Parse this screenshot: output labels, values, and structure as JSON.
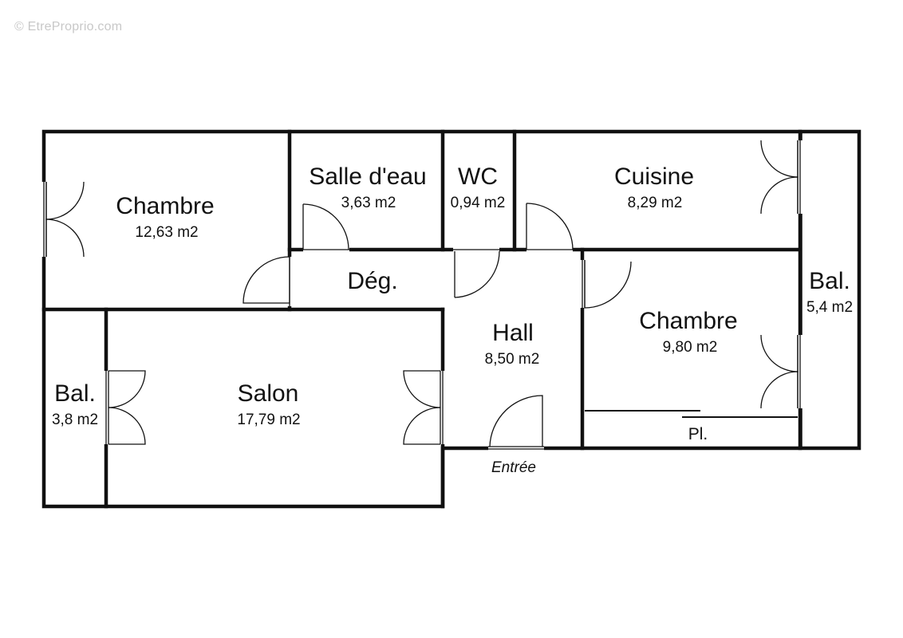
{
  "watermark": "© EtreProprio.com",
  "rooms": {
    "chambre1": {
      "name": "Chambre",
      "area": "12,63 m2"
    },
    "salle_deau": {
      "name": "Salle d'eau",
      "area": "3,63 m2"
    },
    "wc": {
      "name": "WC",
      "area": "0,94 m2"
    },
    "cuisine": {
      "name": "Cuisine",
      "area": "8,29 m2"
    },
    "balcon_droit": {
      "name": "Bal.",
      "area": "5,4 m2"
    },
    "degagement": {
      "name": "Dég."
    },
    "hall": {
      "name": "Hall",
      "area": "8,50 m2"
    },
    "chambre2": {
      "name": "Chambre",
      "area": "9,80 m2"
    },
    "balcon_gauche": {
      "name": "Bal.",
      "area": "3,8 m2"
    },
    "salon": {
      "name": "Salon",
      "area": "17,79 m2"
    },
    "placard": {
      "name": "Pl."
    }
  },
  "entrance_label": "Entrée",
  "colors": {
    "wall": "#111111",
    "background": "#ffffff",
    "watermark": "#c8c8c8"
  }
}
